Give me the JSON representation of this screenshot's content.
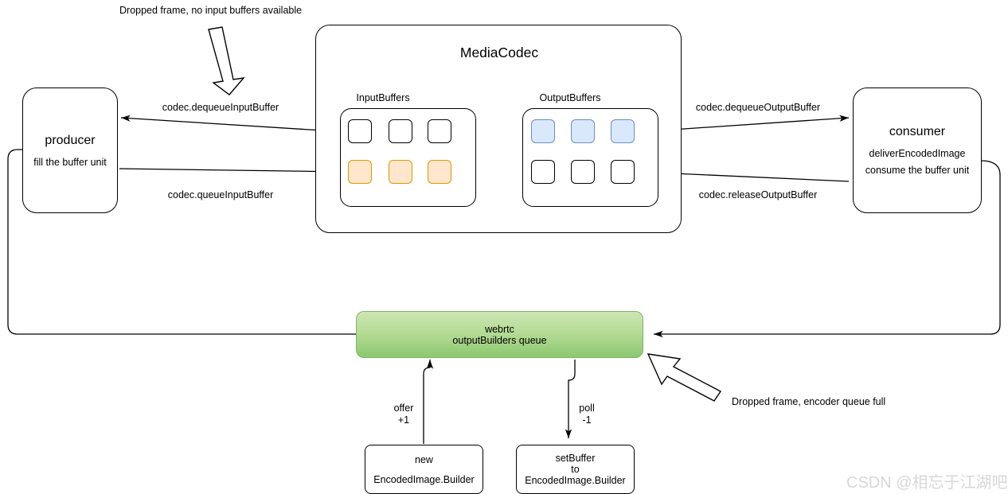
{
  "diagram": {
    "title_note_top": "Dropped frame, no input buffers available",
    "title_note_bottom": "Dropped frame, encoder queue full",
    "watermark": "CSDN @相忘于江湖吧"
  },
  "producer": {
    "title": "producer",
    "subtitle": "fill the buffer unit"
  },
  "mediacodec": {
    "title": "MediaCodec",
    "input_buffers_label": "InputBuffers",
    "output_buffers_label": "OutputBuffers",
    "input_cells": [
      {
        "state": "empty"
      },
      {
        "state": "empty"
      },
      {
        "state": "empty"
      },
      {
        "state": "filled"
      },
      {
        "state": "filled"
      },
      {
        "state": "filled"
      }
    ],
    "output_cells": [
      {
        "state": "filled"
      },
      {
        "state": "filled"
      },
      {
        "state": "filled"
      },
      {
        "state": "empty"
      },
      {
        "state": "empty"
      },
      {
        "state": "empty"
      }
    ]
  },
  "consumer": {
    "title": "consumer",
    "line1": "deliverEncodedImage",
    "line2": "consume the buffer unit"
  },
  "queue": {
    "line1": "webrtc",
    "line2": "outputBuilders queue"
  },
  "bottom_nodes": {
    "new_builder": {
      "line1": "new",
      "line2": "EncodedImage.Builder"
    },
    "set_buffer": {
      "line1": "setBuffer",
      "line2": "to",
      "line3": "EncodedImage.Builder"
    }
  },
  "edges": {
    "dequeue_input": "codec.dequeueInputBuffer",
    "queue_input": "codec.queueInputBuffer",
    "dequeue_output": "codec.dequeueOutputBuffer",
    "release_output": "codec.releaseOutputBuffer",
    "offer": "offer",
    "offer_delta": "+1",
    "poll": "poll",
    "poll_delta": "-1"
  },
  "colors": {
    "orange_fill": "#ffe6cc",
    "orange_stroke": "#d79b00",
    "blue_fill": "#dae8fc",
    "blue_stroke": "#6c8ebf",
    "green_top": "#cde6b4",
    "green_bottom": "#8cc870",
    "green_stroke": "#82b366",
    "line": "#000000",
    "watermark": "#d7d7d7"
  }
}
